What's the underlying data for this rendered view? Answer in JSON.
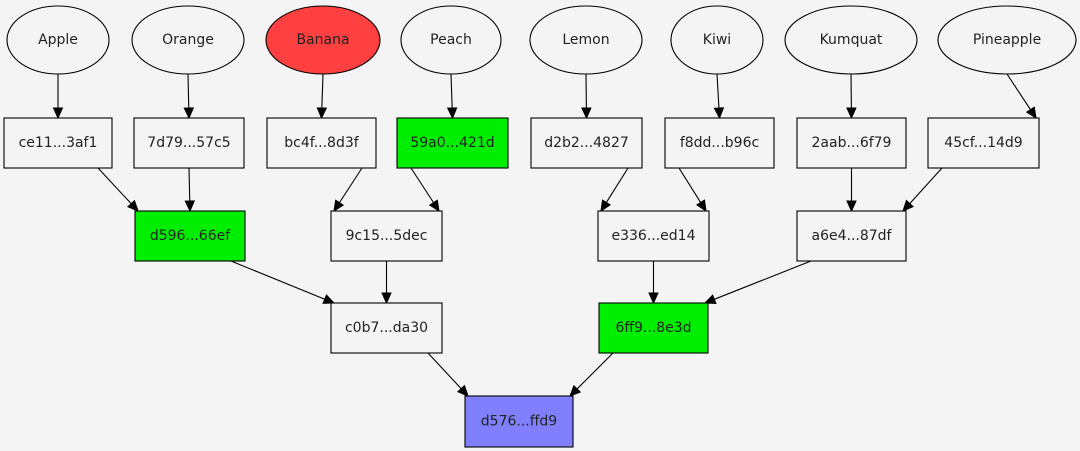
{
  "colors": {
    "background": "#f4f4f4",
    "default_fill": "#f4f4f4",
    "stroke": "#000000",
    "highlight_red": "#ff4040",
    "highlight_green": "#00ee00",
    "root_blue": "#8080ff"
  },
  "leaves": [
    {
      "id": "apple",
      "label": "Apple",
      "fill": "#f4f4f4"
    },
    {
      "id": "orange",
      "label": "Orange",
      "fill": "#f4f4f4"
    },
    {
      "id": "banana",
      "label": "Banana",
      "fill": "#ff4040"
    },
    {
      "id": "peach",
      "label": "Peach",
      "fill": "#f4f4f4"
    },
    {
      "id": "lemon",
      "label": "Lemon",
      "fill": "#f4f4f4"
    },
    {
      "id": "kiwi",
      "label": "Kiwi",
      "fill": "#f4f4f4"
    },
    {
      "id": "kumquat",
      "label": "Kumquat",
      "fill": "#f4f4f4"
    },
    {
      "id": "pineapple",
      "label": "Pineapple",
      "fill": "#f4f4f4"
    }
  ],
  "hashes_level1": [
    {
      "id": "h_apple",
      "label": "ce11...3af1",
      "fill": "#f4f4f4"
    },
    {
      "id": "h_orange",
      "label": "7d79...57c5",
      "fill": "#f4f4f4"
    },
    {
      "id": "h_banana",
      "label": "bc4f...8d3f",
      "fill": "#f4f4f4"
    },
    {
      "id": "h_peach",
      "label": "59a0...421d",
      "fill": "#00ee00"
    },
    {
      "id": "h_lemon",
      "label": "d2b2...4827",
      "fill": "#f4f4f4"
    },
    {
      "id": "h_kiwi",
      "label": "f8dd...b96c",
      "fill": "#f4f4f4"
    },
    {
      "id": "h_kumquat",
      "label": "2aab...6f79",
      "fill": "#f4f4f4"
    },
    {
      "id": "h_pineapple",
      "label": "45cf...14d9",
      "fill": "#f4f4f4"
    }
  ],
  "hashes_level2": [
    {
      "id": "h_ao",
      "label": "d596...66ef",
      "fill": "#00ee00"
    },
    {
      "id": "h_bp",
      "label": "9c15...5dec",
      "fill": "#f4f4f4"
    },
    {
      "id": "h_lk",
      "label": "e336...ed14",
      "fill": "#f4f4f4"
    },
    {
      "id": "h_kp",
      "label": "a6e4...87df",
      "fill": "#f4f4f4"
    }
  ],
  "hashes_level3": [
    {
      "id": "h_left",
      "label": "c0b7...da30",
      "fill": "#f4f4f4"
    },
    {
      "id": "h_right",
      "label": "6ff9...8e3d",
      "fill": "#00ee00"
    }
  ],
  "root": {
    "id": "h_root",
    "label": "d576...ffd9",
    "fill": "#8080ff"
  },
  "edges": [
    [
      "apple",
      "h_apple"
    ],
    [
      "orange",
      "h_orange"
    ],
    [
      "banana",
      "h_banana"
    ],
    [
      "peach",
      "h_peach"
    ],
    [
      "lemon",
      "h_lemon"
    ],
    [
      "kiwi",
      "h_kiwi"
    ],
    [
      "kumquat",
      "h_kumquat"
    ],
    [
      "pineapple",
      "h_pineapple"
    ],
    [
      "h_apple",
      "h_ao"
    ],
    [
      "h_orange",
      "h_ao"
    ],
    [
      "h_banana",
      "h_bp"
    ],
    [
      "h_peach",
      "h_bp"
    ],
    [
      "h_lemon",
      "h_lk"
    ],
    [
      "h_kiwi",
      "h_lk"
    ],
    [
      "h_kumquat",
      "h_kp"
    ],
    [
      "h_pineapple",
      "h_kp"
    ],
    [
      "h_ao",
      "h_left"
    ],
    [
      "h_bp",
      "h_left"
    ],
    [
      "h_lk",
      "h_right"
    ],
    [
      "h_kp",
      "h_right"
    ],
    [
      "h_left",
      "h_root"
    ],
    [
      "h_right",
      "h_root"
    ]
  ]
}
